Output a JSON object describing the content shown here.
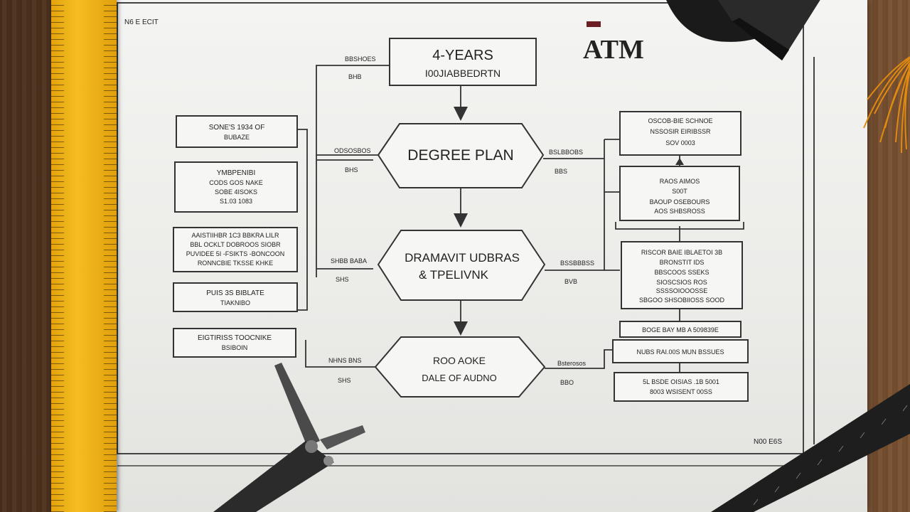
{
  "sheet": {
    "corner_label_top": "N6 E ECIT",
    "corner_label_bottom": "N00 E6S",
    "logo_text": "ATM",
    "logo_color": "#6b1f24"
  },
  "center": {
    "top_box": {
      "line1": "4-YEARS",
      "line2": "I00JIABBEDRTN"
    },
    "hex1": "DEGREE PLAN",
    "hex2": {
      "line1": "DRAMAVIT  UDBRAS",
      "line2": "& TPELIVNK"
    },
    "hex3": {
      "line1": "ROO AOKE",
      "line2": "DALE OF AUDNO"
    }
  },
  "left_boxes": [
    {
      "lines": [
        "SONE'S  1934 OF",
        "BUBAZE"
      ]
    },
    {
      "lines": [
        "YMBPENIBI",
        "CODS  GOS  NAKE",
        "SOBE 4ISOKS",
        "S1.03  1083"
      ]
    },
    {
      "lines": [
        "AAISTIIHBR  1C3 BBKRA  LILR",
        "BBL OCKLT DOBROOS SIOBR",
        "PUVIDEE 5I -FSIKTS -BONCOON",
        "RONNCBIE  TKSSE  KHKE"
      ]
    },
    {
      "lines": [
        "PUIS  3S  BIBLATE",
        "TIAKNIBO"
      ]
    },
    {
      "lines": [
        "EIGTIRISS  TOOCNIKE",
        "BSIBOIN"
      ]
    }
  ],
  "right_boxes": [
    {
      "lines": [
        "OSCOB-BIE  SCHNOE",
        "NSSOSIR EIRIBSSR",
        "SOV  0003"
      ]
    },
    {
      "lines": [
        "RAOS  AIMOS",
        "S00T",
        "BAOUP  OSEBOURS",
        "AOS  SHBSROSS"
      ]
    },
    {
      "lines": [
        "RISCOR BAIE  IBLAETOI 3B",
        "BRONSTIT  IDS",
        "BBSCOOS  SSEKS",
        "SIOSCSIOS  ROS",
        "SSSSOIOOOSSE",
        "SBGOO  SHSOBIIOSS SOOD"
      ]
    },
    {
      "lines": [
        "BOGE  BAY MB  A 509839E"
      ]
    },
    {
      "lines": [
        "NUBS  RAI.00S  MUN  BSSUES"
      ]
    },
    {
      "lines": [
        "5L  BSDE OISIAS  .1B 5001",
        "8003  WSISENT  00SS"
      ]
    }
  ],
  "connector_labels": {
    "left": [
      {
        "top": "BBSHOES",
        "bottom": "BHB"
      },
      {
        "top": "ODSOSBOS",
        "bottom": "BHS"
      },
      {
        "top": "SHBB  BABA",
        "bottom": "SHS"
      },
      {
        "top": "NHNS  BNS",
        "bottom": "SHS"
      }
    ],
    "right": [
      {
        "top": "BSLBBOBS",
        "bottom": "BBS"
      },
      {
        "top": "BSSBBBSS",
        "bottom": "BVB"
      },
      {
        "top": "Bsterosos",
        "bottom": "BBO"
      }
    ]
  }
}
